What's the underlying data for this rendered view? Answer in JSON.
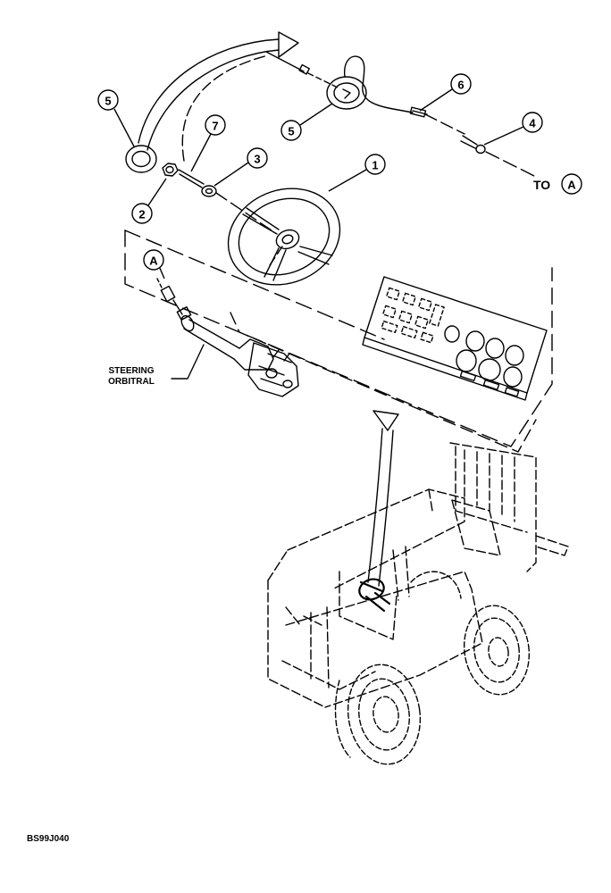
{
  "callouts": {
    "c1": "1",
    "c2": "2",
    "c3": "3",
    "c4": "4",
    "c5a": "5",
    "c5b": "5",
    "c6": "6",
    "c7": "7",
    "refA_top": "A",
    "refA_left": "A"
  },
  "labels": {
    "steering_orbitral_line1": "STEERING",
    "steering_orbitral_line2": "ORBITRAL",
    "to_ref": "TO",
    "figure_id": "BS99J040"
  }
}
